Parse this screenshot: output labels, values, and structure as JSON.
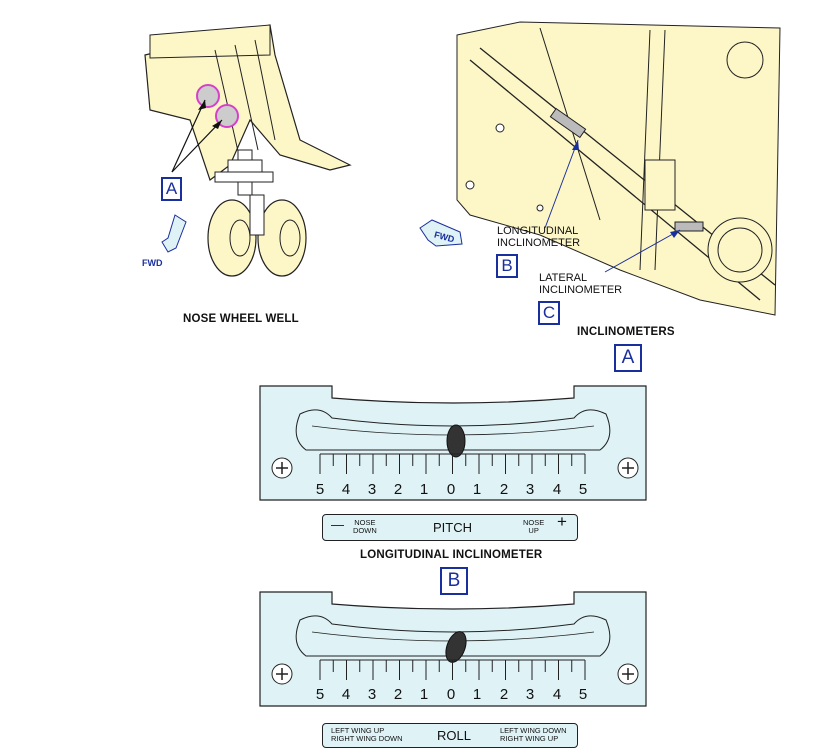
{
  "nose_wheel_well": {
    "caption": "NOSE WHEEL WELL",
    "callout": "A",
    "fwd": "FWD"
  },
  "inclinometers_view": {
    "caption": "INCLINOMETERS",
    "callout": "A",
    "fwd": "FWD",
    "longitudinal_label_line1": "LONGITUDINAL",
    "longitudinal_label_line2": "INCLINOMETER",
    "longitudinal_callout": "B",
    "lateral_label_line1": "LATERAL",
    "lateral_label_line2": "INCLINOMETER",
    "lateral_callout": "C"
  },
  "longitudinal": {
    "caption": "LONGITUDINAL INCLINOMETER",
    "callout": "B",
    "scale_labels": [
      "5",
      "4",
      "3",
      "2",
      "1",
      "0",
      "1",
      "2",
      "3",
      "4",
      "5"
    ],
    "legend_title": "PITCH",
    "left_line1": "NOSE",
    "left_line2": "DOWN",
    "right_line1": "NOSE",
    "right_line2": "UP",
    "left_symbol": "—",
    "right_symbol": "+"
  },
  "lateral": {
    "scale_labels": [
      "5",
      "4",
      "3",
      "2",
      "1",
      "0",
      "1",
      "2",
      "3",
      "4",
      "5"
    ],
    "legend_title": "ROLL",
    "left_line1": "LEFT WING UP",
    "left_line2": "RIGHT WING DOWN",
    "right_line1": "LEFT WING DOWN",
    "right_line2": "RIGHT WING UP"
  },
  "colors": {
    "panel_fill": "#dff3f7",
    "drawing_fill": "#fdf7c8",
    "callout_blue": "#1a2f9e",
    "highlight_magenta": "#d640c8"
  }
}
